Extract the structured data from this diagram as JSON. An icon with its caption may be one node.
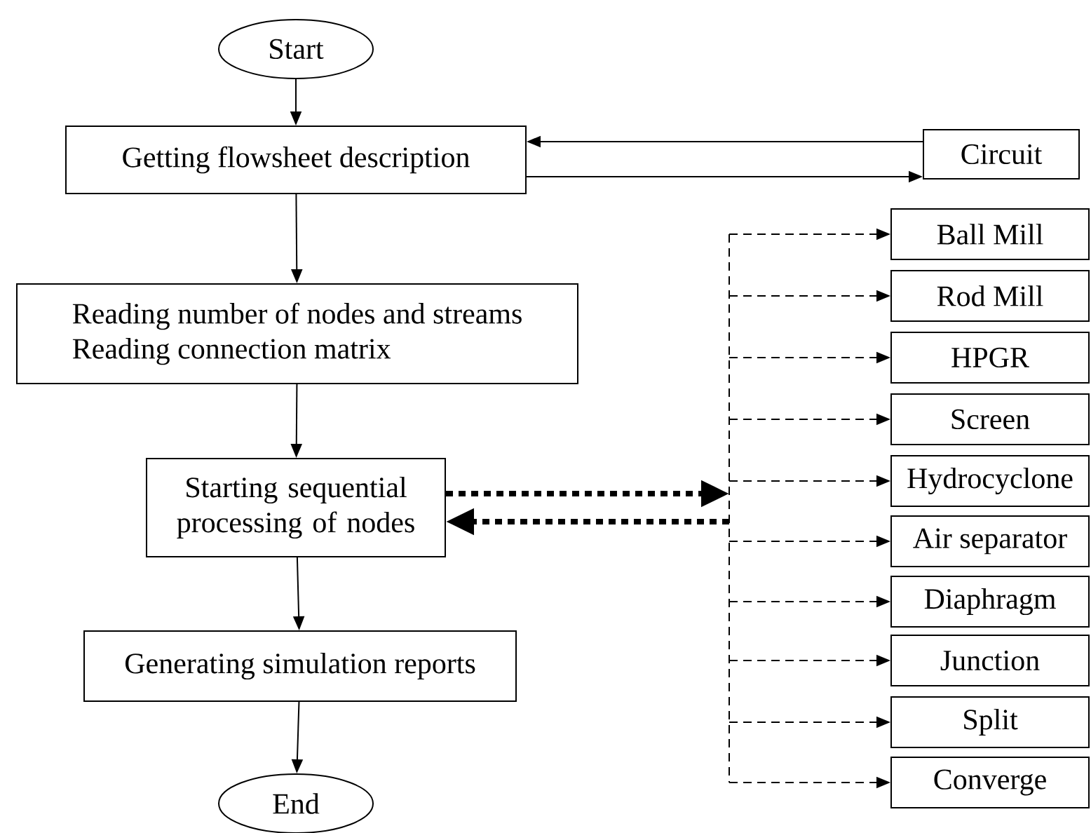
{
  "diagram": {
    "nodes": [
      {
        "text": [
          "Start"
        ]
      },
      {
        "text": [
          "Getting flowsheet description"
        ]
      },
      {
        "text": [
          "Circuit"
        ]
      },
      {
        "text": [
          "Reading number of nodes and streams",
          "Reading connection matrix"
        ]
      },
      {
        "text": [
          "Starting sequential processing of nodes"
        ]
      },
      {
        "text": [
          "Generating simulation reports"
        ]
      },
      {
        "text": [
          "End"
        ]
      },
      {
        "text": [
          "Ball Mill"
        ]
      },
      {
        "text": [
          "Rod Mill"
        ]
      },
      {
        "text": [
          "HPGR"
        ]
      },
      {
        "text": [
          "Screen"
        ]
      },
      {
        "text": [
          "Hydrocyclone"
        ]
      },
      {
        "text": [
          "Air separator"
        ]
      },
      {
        "text": [
          "Diaphragm"
        ]
      },
      {
        "text": [
          "Junction"
        ]
      },
      {
        "text": [
          "Split"
        ]
      },
      {
        "text": [
          "Converge"
        ]
      }
    ],
    "edges": [
      {
        "from": 0,
        "to": 1,
        "arrow": "to"
      },
      {
        "from": 2,
        "to": 1,
        "arrow": "to"
      },
      {
        "from": 1,
        "to": 2,
        "arrow": "to"
      },
      {
        "from": 1,
        "to": 3,
        "arrow": "to"
      },
      {
        "from": 3,
        "to": 4,
        "arrow": "to"
      },
      {
        "from": 4,
        "to": 5,
        "arrow": "to"
      },
      {
        "from": 5,
        "to": 6,
        "arrow": "to"
      },
      {
        "from": 4,
        "to": null,
        "arrow": "to",
        "style": "dashed"
      },
      {
        "from": null,
        "to": 4,
        "arrow": "to",
        "style": "dashed"
      },
      {
        "from": null,
        "to": 7,
        "arrow": "to",
        "style": "dashed"
      },
      {
        "from": null,
        "to": 8,
        "arrow": "to",
        "style": "dashed"
      },
      {
        "from": null,
        "to": 9,
        "arrow": "to",
        "style": "dashed"
      },
      {
        "from": null,
        "to": 10,
        "arrow": "to",
        "style": "dashed"
      },
      {
        "from": null,
        "to": 11,
        "arrow": "to",
        "style": "dashed"
      },
      {
        "from": null,
        "to": 12,
        "arrow": "to",
        "style": "dashed"
      },
      {
        "from": null,
        "to": 13,
        "arrow": "to",
        "style": "dashed"
      },
      {
        "from": null,
        "to": 14,
        "arrow": "to",
        "style": "dashed"
      },
      {
        "from": null,
        "to": 15,
        "arrow": "to",
        "style": "dashed"
      },
      {
        "from": null,
        "to": 16,
        "arrow": "to",
        "style": "dashed"
      }
    ]
  }
}
